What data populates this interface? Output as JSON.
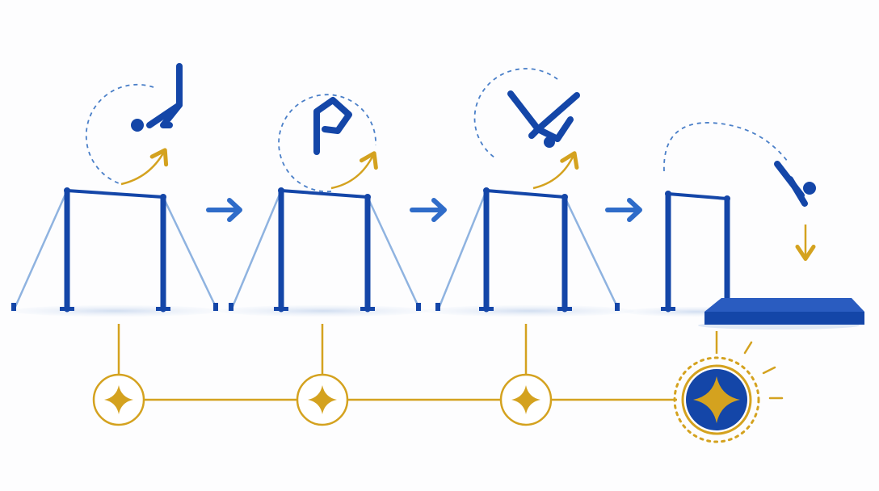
{
  "diagram": {
    "steps": [
      {
        "name": "stage-1",
        "pose": "hang-kick",
        "icon": "gymnast-hang-icon"
      },
      {
        "name": "stage-2",
        "pose": "tuck-rotation",
        "icon": "gymnast-tuck-icon"
      },
      {
        "name": "stage-3",
        "pose": "pike-rotation",
        "icon": "gymnast-pike-icon"
      },
      {
        "name": "stage-4",
        "pose": "dismount-landing",
        "icon": "gymnast-dismount-icon"
      }
    ],
    "milestones": [
      {
        "icon": "four-point-star-icon",
        "highlight": false
      },
      {
        "icon": "four-point-star-icon",
        "highlight": false
      },
      {
        "icon": "four-point-star-icon",
        "highlight": false
      },
      {
        "icon": "four-point-star-icon",
        "highlight": true
      }
    ],
    "connector_icon": "arrow-right-icon"
  },
  "colors": {
    "navy": "#1446a8",
    "blue_arrow": "#2f6cc9",
    "light_blue": "#8fb3e0",
    "dashed": "#4a7fc8",
    "gold": "#d4a21f",
    "mat": "#1446a8",
    "shadow": "#dfe8f5"
  }
}
